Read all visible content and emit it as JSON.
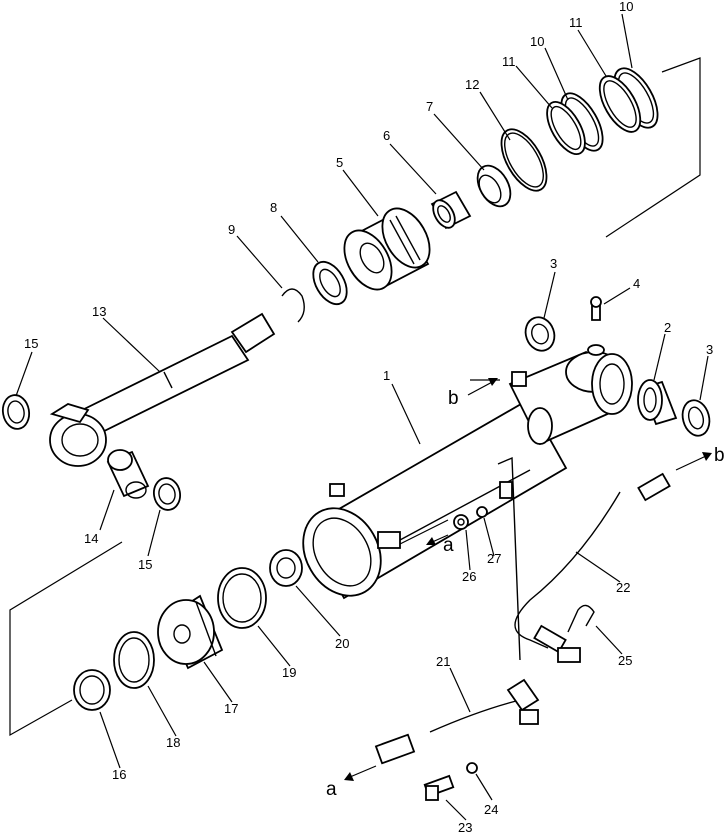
{
  "labels": {
    "p1": "1",
    "p2": "2",
    "p3a": "3",
    "p3b": "3",
    "p4": "4",
    "p5": "5",
    "p6": "6",
    "p7": "7",
    "p8": "8",
    "p9": "9",
    "p10a": "10",
    "p10b": "10",
    "p11a": "11",
    "p11b": "11",
    "p12": "12",
    "p13": "13",
    "p14": "14",
    "p15a": "15",
    "p15b": "15",
    "p16": "16",
    "p17": "17",
    "p18": "18",
    "p19": "19",
    "p20": "20",
    "p21": "21",
    "p22": "22",
    "p23": "23",
    "p24": "24",
    "p25": "25",
    "p26": "26",
    "p27": "27"
  },
  "connectors": {
    "a1": "a",
    "a2": "a",
    "b1": "b",
    "b2": "b"
  }
}
